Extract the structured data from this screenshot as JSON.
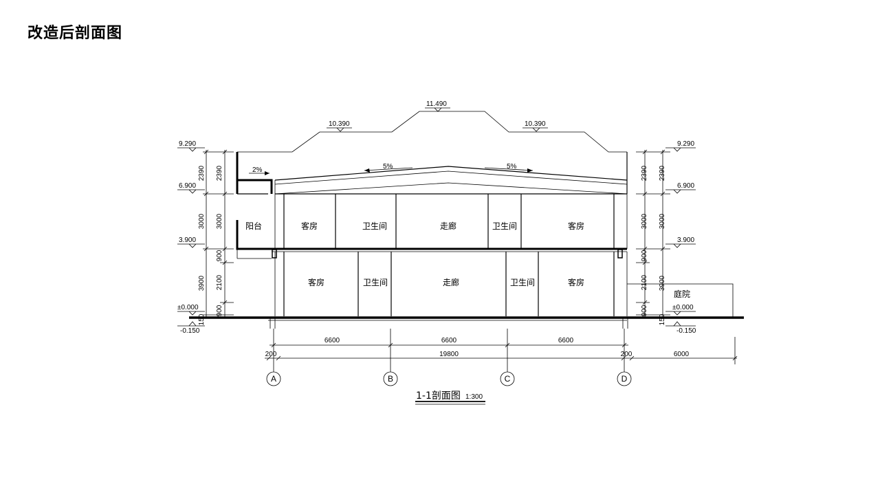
{
  "page": {
    "title": "改造后剖面图"
  },
  "drawing": {
    "section_title": "1-1剖面图",
    "scale": "1:300",
    "elevations": {
      "roof_peak": "11.490",
      "roof_left": "10.390",
      "roof_right": "10.390",
      "parapet_left": "9.290",
      "parapet_right": "9.290",
      "second_roof_left": "6.900",
      "second_roof_right": "6.900",
      "floor2_left": "3.900",
      "floor2_right": "3.900",
      "ground_left": "±0.000",
      "ground_right": "±0.000",
      "outdoor_left": "-0.150",
      "outdoor_right": "-0.150"
    },
    "slopes": {
      "left_canopy": "2%",
      "roof_left": "5%",
      "roof_right": "5%"
    },
    "rooms_upper": [
      "阳台",
      "客房",
      "卫生间",
      "走廊",
      "卫生间",
      "客房"
    ],
    "rooms_lower": [
      "客房",
      "卫生间",
      "走廊",
      "卫生间",
      "客房"
    ],
    "courtyard": "庭院",
    "vertical_dims": [
      "2390",
      "3000",
      "900",
      "2100",
      "3900",
      "900",
      "150"
    ],
    "horizontal_dims": {
      "bays": [
        "6600",
        "6600",
        "6600"
      ],
      "total": "19800",
      "wall_left": "200",
      "wall_right": "200",
      "yard": "6000"
    },
    "axes": [
      "A",
      "B",
      "C",
      "D"
    ]
  }
}
